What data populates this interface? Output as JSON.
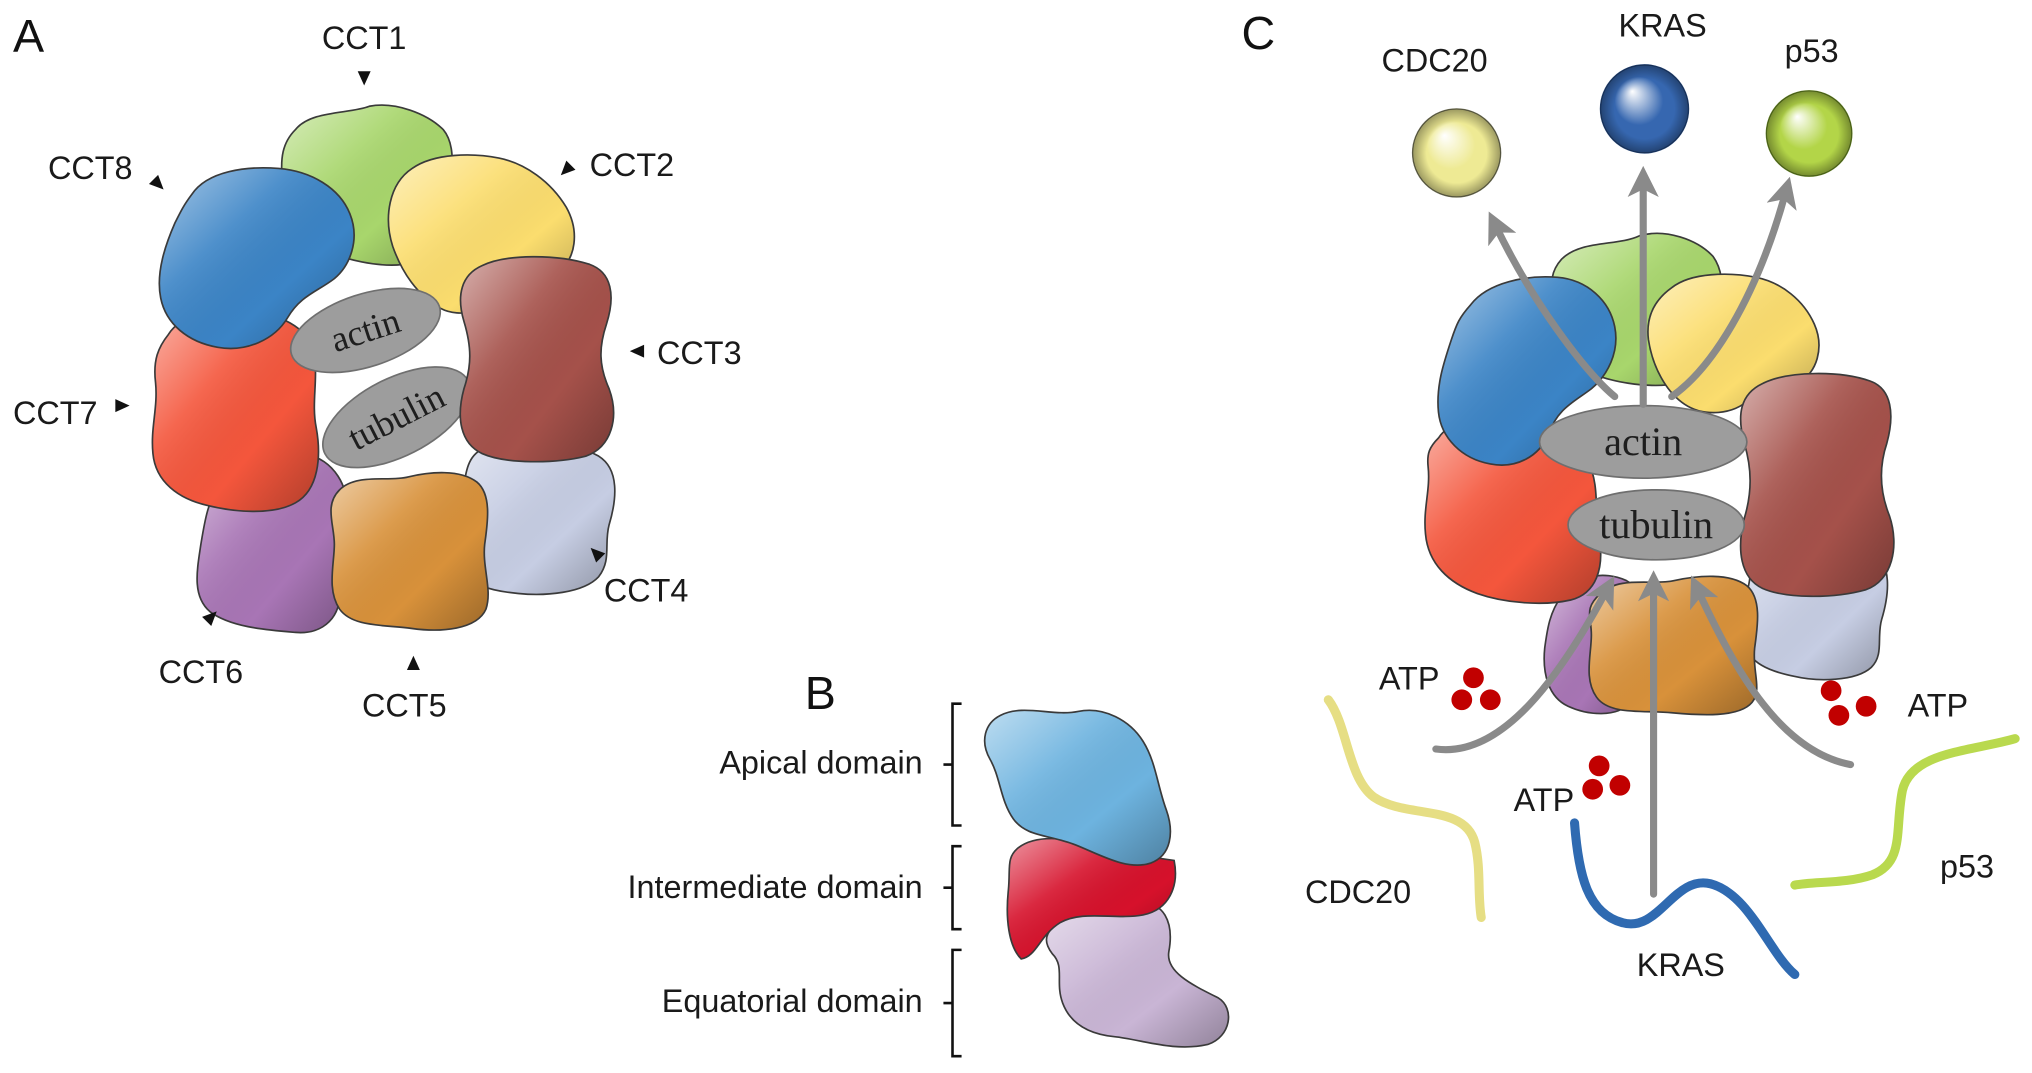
{
  "panel_a": {
    "label": "A",
    "subunits": {
      "cct1": {
        "label": "CCT1",
        "color": "#a8d66c"
      },
      "cct2": {
        "label": "CCT2",
        "color": "#fbdd6e"
      },
      "cct3": {
        "label": "CCT3",
        "color": "#a5514a"
      },
      "cct4": {
        "label": "CCT4",
        "color": "#c6cde3"
      },
      "cct5": {
        "label": "CCT5",
        "color": "#d8913a"
      },
      "cct6": {
        "label": "CCT6",
        "color": "#a875b5"
      },
      "cct7": {
        "label": "CCT7",
        "color": "#f4563c"
      },
      "cct8": {
        "label": "CCT8",
        "color": "#3b84c6"
      }
    },
    "substrates": {
      "actin": "actin",
      "tubulin": "tubulin",
      "color": "#9d9d9d"
    }
  },
  "panel_b": {
    "label": "B",
    "domains": {
      "apical": {
        "label": "Apical domain",
        "color": "#6db3df"
      },
      "intermediate": {
        "label": "Intermediate domain",
        "color": "#d6112b"
      },
      "equatorial": {
        "label": "Equatorial domain",
        "color": "#c9b5d5"
      }
    }
  },
  "panel_c": {
    "label": "C",
    "folded_proteins": {
      "cdc20": {
        "label": "CDC20",
        "color": "#eeea94"
      },
      "kras": {
        "label": "KRAS",
        "color": "#3667b0"
      },
      "p53": {
        "label": "p53",
        "color": "#b3d548"
      }
    },
    "substrates": {
      "actin": "actin",
      "tubulin": "tubulin"
    },
    "atp": {
      "labels": [
        "ATP",
        "ATP",
        "ATP"
      ],
      "color": "#c10000"
    },
    "unfolded_proteins": {
      "cdc20": {
        "label": "CDC20",
        "color": "#e6de84"
      },
      "kras": {
        "label": "KRAS",
        "color": "#2f6ab1"
      },
      "p53": {
        "label": "p53",
        "color": "#b9d94e"
      }
    },
    "arrow_color": "#8a8a8a"
  }
}
